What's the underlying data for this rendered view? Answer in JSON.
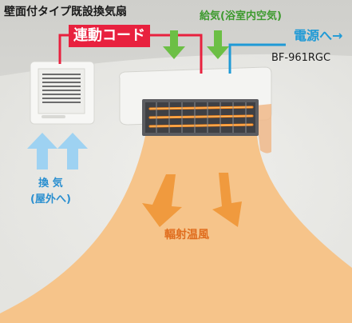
{
  "labels": {
    "exhaust_fan": "壁面付タイプ既設換気扇",
    "air_intake": "給気(浴室内空気)",
    "link_cord": "連動コード",
    "power": "電源へ→",
    "model": "BF-961RGC",
    "ventilation_line1": "換 気",
    "ventilation_line2": "(屋外へ)",
    "radiant_heat": "輻射温風"
  },
  "colors": {
    "background": "#dcdcd8",
    "wall_highlight": "#f1f1ee",
    "heat_flow": "#f6c48a",
    "heat_arrow": "#f09a3e",
    "link_cord": "#e8213e",
    "intake_arrow": "#6cbf45",
    "power_cord": "#1f9ad6",
    "vent_arrow": "#9ed2f2",
    "heater_body": "#f4f4f2",
    "element_glow": "#ff8a1c"
  },
  "icons": [
    "exhaust-fan-icon",
    "ceiling-heater-icon"
  ]
}
